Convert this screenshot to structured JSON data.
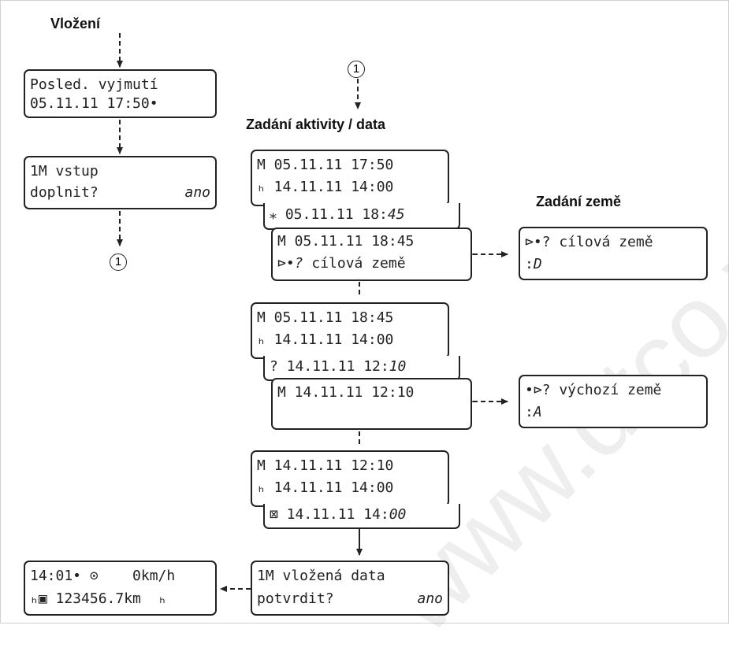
{
  "headings": {
    "insert": "Vložení",
    "activity": "Zadání aktivity / data",
    "country": "Zadání země"
  },
  "markers": {
    "ref": "1"
  },
  "displays": {
    "last_removal": {
      "l1": "Posled. vyjmutí",
      "l2": "05.11.11 17:50•"
    },
    "supplement": {
      "l1": "1M vstup",
      "l2": "doplnit?",
      "ans": "ano"
    },
    "step1_back": {
      "l1": "M 05.11.11 17:50",
      "l2": "ₕ 14.11.11 14:00"
    },
    "step1_mid": {
      "l1a": "⁎ 05.11.11 18:",
      "l1b": "45"
    },
    "step1_front": {
      "l1": "M 05.11.11 18:45",
      "l2a": "⊳•?",
      "l2b": " cílová země"
    },
    "dest_country": {
      "l1": "⊳•? cílová země",
      "l2a": ":",
      "l2b": "D"
    },
    "step2_back": {
      "l1": "M 05.11.11 18:45",
      "l2": "ₕ 14.11.11 14:00"
    },
    "step2_mid": {
      "l1a": "? 14.11.11 12:",
      "l1b": "10"
    },
    "step2_front": {
      "l1": "M 14.11.11 12:10"
    },
    "origin_country": {
      "l1": "•⊳? výchozí země",
      "l2a": ":",
      "l2b": "A"
    },
    "step3_back": {
      "l1": "M 14.11.11 12:10",
      "l2": "ₕ 14.11.11 14:00"
    },
    "step3_mid": {
      "l1a": "⊠ 14.11.11 14:",
      "l1b": "00"
    },
    "confirm": {
      "l1": "1M vložená data",
      "l2": "potvrdit?",
      "ans": "ano"
    },
    "standard": {
      "l1": "14:01• ⊙    0km/h",
      "l2": "ₕ▣ 123456.7km  ₕ"
    }
  },
  "watermark": "www.dtco.vdo"
}
